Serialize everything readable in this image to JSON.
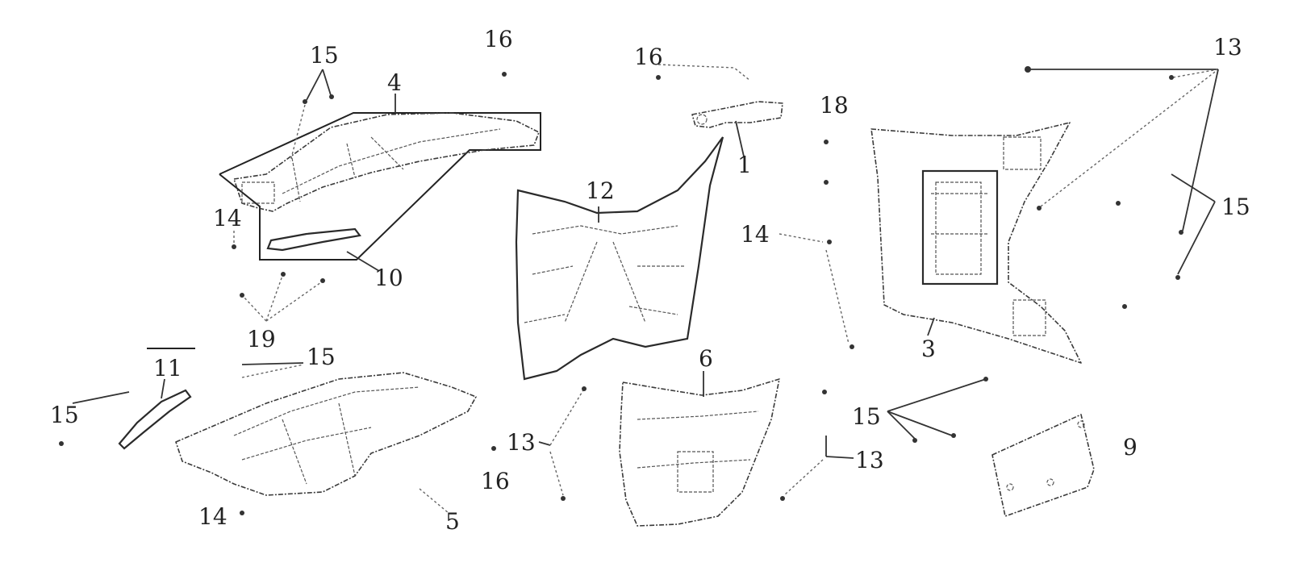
{
  "callouts": {
    "c1": "1",
    "c3": "3",
    "c4": "4",
    "c5": "5",
    "c6": "6",
    "c9": "9",
    "c10": "10",
    "c11": "11",
    "c12": "12",
    "c13a": "13",
    "c13b": "13",
    "c13c": "13",
    "c14a": "14",
    "c14b": "14",
    "c14c": "14",
    "c15a": "15",
    "c15b": "15",
    "c15c": "15",
    "c15d": "15",
    "c15e": "15",
    "c16a": "16",
    "c16b": "16",
    "c16c": "16",
    "c18": "18",
    "c19": "19"
  }
}
